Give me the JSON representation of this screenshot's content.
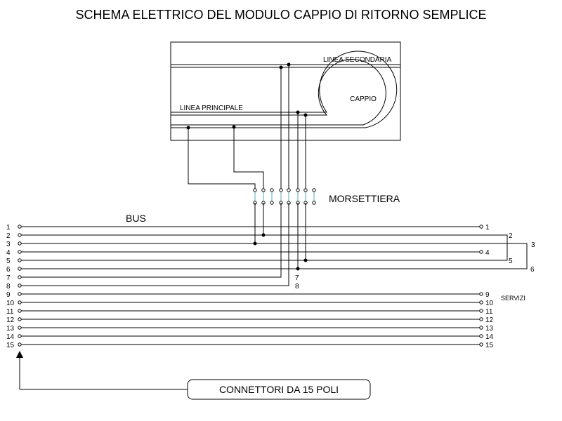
{
  "title": "SCHEMA ELETTRICO DEL MODULO CAPPIO DI RITORNO SEMPLICE",
  "labels": {
    "linea_secondaria": "LINEA SECONDARIA",
    "linea_principale": "LINEA PRINCIPALE",
    "cappio": "CAPPIO",
    "morsettiera": "MORSETTIERA",
    "bus": "BUS",
    "servizi": "SERVIZI",
    "connettori": "CONNETTORI DA 15 POLI"
  },
  "left_pins": [
    "1",
    "2",
    "3",
    "4",
    "5",
    "6",
    "7",
    "8",
    "9",
    "10",
    "11",
    "12",
    "13",
    "14",
    "15"
  ],
  "right_pins": [
    "1",
    "4",
    "9",
    "10",
    "11",
    "12",
    "13",
    "14",
    "15"
  ],
  "bridge_labels": [
    "2",
    "3",
    "5",
    "6",
    "7",
    "8"
  ]
}
